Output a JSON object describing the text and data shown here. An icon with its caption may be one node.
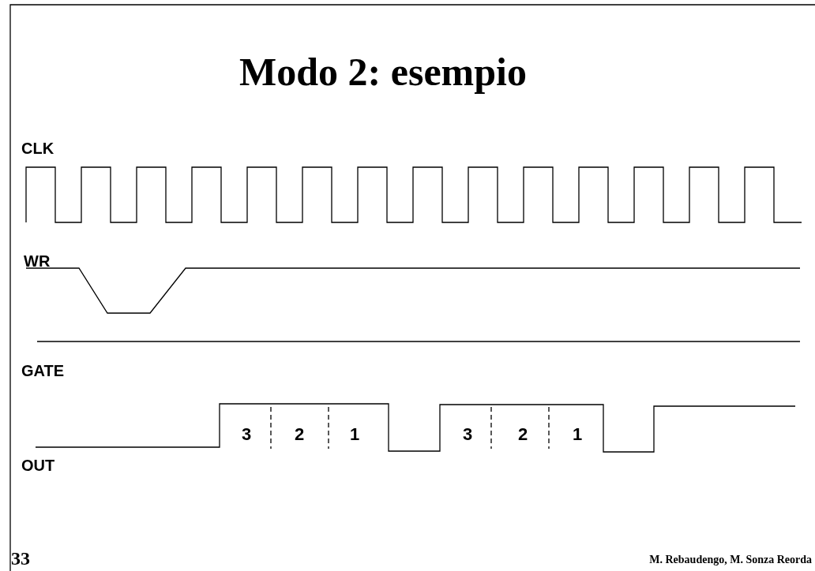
{
  "diagram": {
    "title": "Modo 2: esempio",
    "labels": [
      "CLK",
      "WR",
      "GATE",
      "3",
      "2",
      "1",
      "3",
      "2",
      "1",
      "OUT",
      "33",
      "M. Rebaudengo, M. Sonza Reorda"
    ]
  }
}
